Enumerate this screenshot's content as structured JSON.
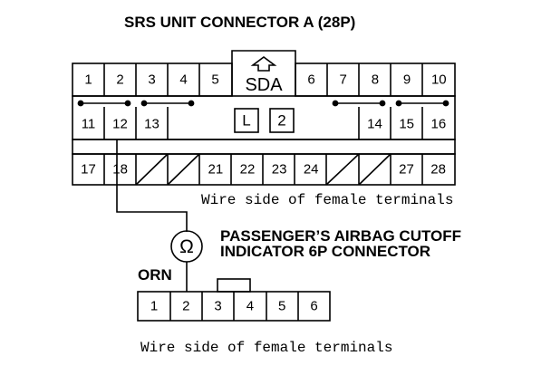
{
  "connector_a": {
    "title": "SRS UNIT CONNECTOR A (28P)",
    "center_label": "SDA",
    "box_left": "L",
    "box_right": "2",
    "top_left_pins": [
      "1",
      "2",
      "3",
      "4",
      "5"
    ],
    "top_right_pins": [
      "6",
      "7",
      "8",
      "9",
      "10"
    ],
    "mid_left_pins": [
      "11",
      "12",
      "13"
    ],
    "mid_right_pins": [
      "14",
      "15",
      "16"
    ],
    "bottom_pins": [
      "17",
      "18",
      "",
      "",
      "21",
      "22",
      "23",
      "24",
      "",
      "",
      "27",
      "28"
    ],
    "wire_side_note": "Wire side of female terminals"
  },
  "connector_b": {
    "title_line1": "PASSENGER’S AIRBAG CUTOFF",
    "title_line2": "INDICATOR 6P CONNECTOR",
    "wire_color": "ORN",
    "meter_symbol": "Ω",
    "pins": [
      "1",
      "2",
      "3",
      "4",
      "5",
      "6"
    ],
    "wire_side_note": "Wire side of female terminals"
  }
}
